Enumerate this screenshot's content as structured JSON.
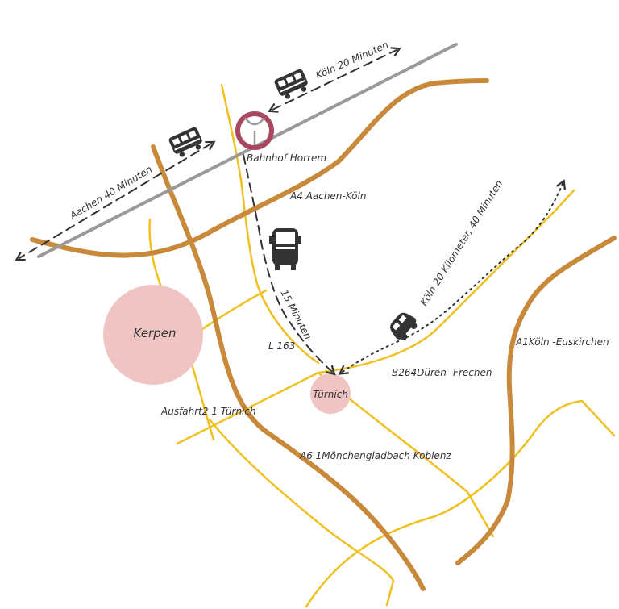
{
  "colors": {
    "background": "#ffffff",
    "railway": "#9a9a9a",
    "highway": "#c8893a",
    "road": "#f0c020",
    "city_fill": "#f0c4c2",
    "station_ring": "#a8475f",
    "arrow": "#333333",
    "vehicle": "#333333"
  },
  "places": {
    "kerpen": "Kerpen",
    "tuernich": "Türnich",
    "station": "Bahnhof Horrem"
  },
  "roads": {
    "a4": "A4 Aachen-Köln",
    "a1": "A1Köln -Euskirchen",
    "a61": "A6 1Mönchengladbach Koblenz",
    "b264": "B264Düren -Frechen",
    "l163": "L 163",
    "exit": "Ausfahrt2 1 Türnich"
  },
  "routes": {
    "train_aachen": "Aachen 40 Minuten",
    "train_koeln": "Köln 20 Minuten",
    "bus": "15 Minuten",
    "car": "Köln 20 Kilometer, 40 Minuten"
  },
  "icons": {
    "train": "train-icon",
    "bus": "bus-icon",
    "car": "car-icon"
  }
}
